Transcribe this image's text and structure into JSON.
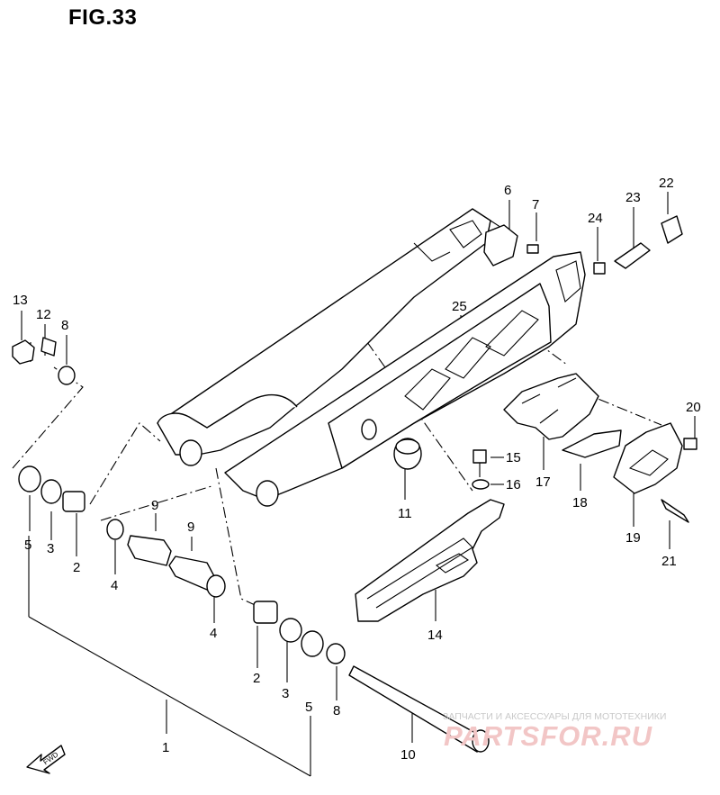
{
  "figure": {
    "title": "FIG.33"
  },
  "parts": [
    {
      "id": "label-1",
      "text": "1"
    },
    {
      "id": "label-2a",
      "text": "2"
    },
    {
      "id": "label-2b",
      "text": "2"
    },
    {
      "id": "label-3a",
      "text": "3"
    },
    {
      "id": "label-3b",
      "text": "3"
    },
    {
      "id": "label-4a",
      "text": "4"
    },
    {
      "id": "label-4b",
      "text": "4"
    },
    {
      "id": "label-5a",
      "text": "5"
    },
    {
      "id": "label-5b",
      "text": "5"
    },
    {
      "id": "label-6",
      "text": "6"
    },
    {
      "id": "label-7",
      "text": "7"
    },
    {
      "id": "label-8a",
      "text": "8"
    },
    {
      "id": "label-8b",
      "text": "8"
    },
    {
      "id": "label-9a",
      "text": "9"
    },
    {
      "id": "label-9b",
      "text": "9"
    },
    {
      "id": "label-10",
      "text": "10"
    },
    {
      "id": "label-11",
      "text": "11"
    },
    {
      "id": "label-12",
      "text": "12"
    },
    {
      "id": "label-13",
      "text": "13"
    },
    {
      "id": "label-14",
      "text": "14"
    },
    {
      "id": "label-15",
      "text": "15"
    },
    {
      "id": "label-16",
      "text": "16"
    },
    {
      "id": "label-17",
      "text": "17"
    },
    {
      "id": "label-18",
      "text": "18"
    },
    {
      "id": "label-19",
      "text": "19"
    },
    {
      "id": "label-20",
      "text": "20"
    },
    {
      "id": "label-21",
      "text": "21"
    },
    {
      "id": "label-22",
      "text": "22"
    },
    {
      "id": "label-23",
      "text": "23"
    },
    {
      "id": "label-24",
      "text": "24"
    },
    {
      "id": "label-25",
      "text": "25"
    }
  ],
  "fwd_arrow": {
    "label": "FWD"
  },
  "watermark": {
    "caption": "ЗАПЧАСТИ И АКСЕССУАРЫ ДЛЯ МОТОТЕХНИКИ",
    "logo": "PARTSFOR.RU"
  },
  "colors": {
    "line": "#000000",
    "background": "#ffffff",
    "watermark_logo": "#f2c6c6",
    "watermark_text": "#c9c9c9"
  }
}
